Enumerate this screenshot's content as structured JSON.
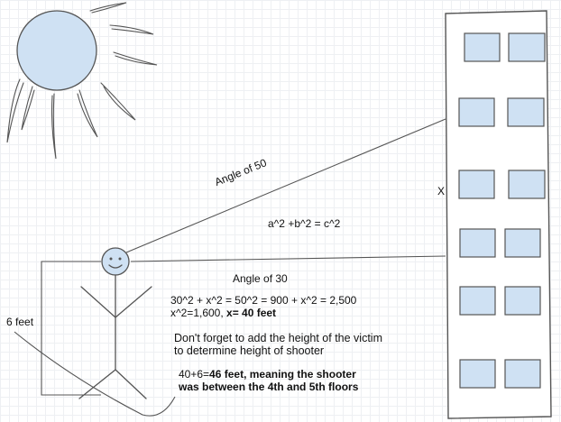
{
  "diagram": {
    "labels": {
      "angle_50": "Angle of 50",
      "pythagorean": "a^2 +b^2 = c^2",
      "x_label": "X",
      "angle_30": "Angle of 30",
      "six_feet": "6 feet"
    },
    "calculation": {
      "line1": "30^2 + x^2 = 50^2 = 900 + x^2 = 2,500",
      "line2_prefix": "x^2=1,600, ",
      "line2_bold": "x= 40 feet"
    },
    "note": {
      "line1": "Don't forget to add the height of the victim",
      "line2": "to determine height of shooter"
    },
    "answer": {
      "line1_prefix": "40+6=",
      "line1_bold": "46 feet, meaning the shooter",
      "line2": "was between the 4th and 5th floors"
    },
    "colors": {
      "sun_fill": "#cfe1f3",
      "window_fill": "#cfe1f3",
      "stroke": "#555555"
    }
  }
}
